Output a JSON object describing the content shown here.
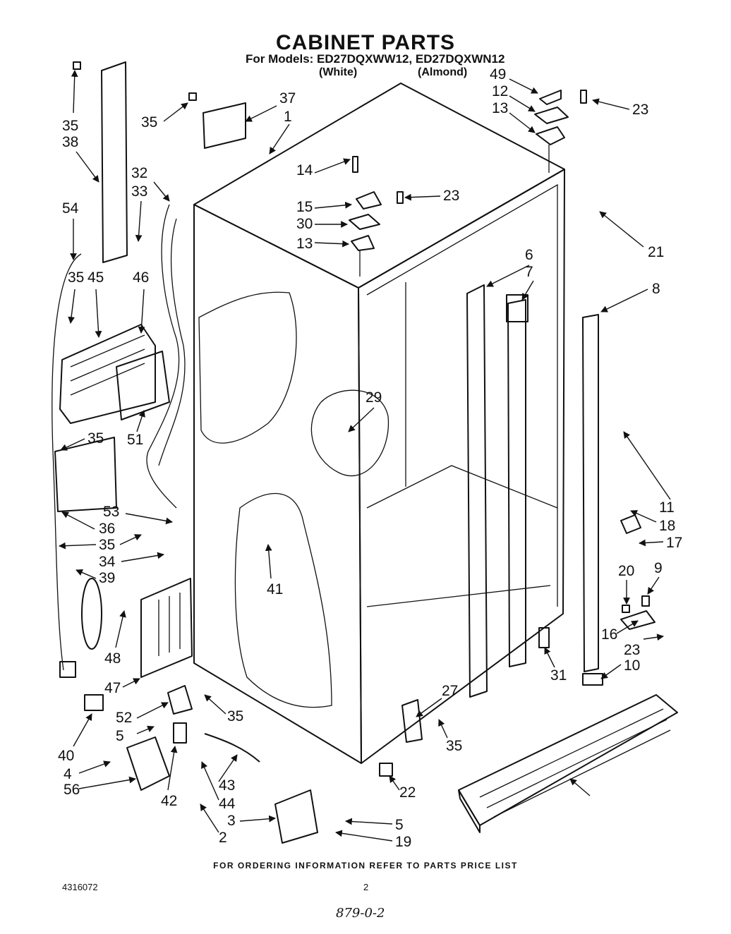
{
  "header": {
    "title": "CABINET PARTS",
    "models_line": "For Models: ED27DQXWW12, ED27DQXWN12",
    "variant_white": "(White)",
    "variant_almond": "(Almond)"
  },
  "callouts": [
    "35",
    "38",
    "54",
    "35",
    "32",
    "33",
    "37",
    "1",
    "49",
    "12",
    "13",
    "23",
    "14",
    "15",
    "23",
    "30",
    "13",
    "21",
    "6",
    "7",
    "8",
    "35",
    "45",
    "46",
    "51",
    "29",
    "35",
    "11",
    "18",
    "17",
    "53",
    "36",
    "35",
    "34",
    "39",
    "41",
    "20",
    "9",
    "16",
    "23",
    "48",
    "47",
    "10",
    "31",
    "40",
    "52",
    "35",
    "27",
    "35",
    "5",
    "4",
    "56",
    "42",
    "43",
    "44",
    "2",
    "3",
    "5",
    "19",
    "22"
  ],
  "footer": {
    "ordering_note": "FOR ORDERING INFORMATION REFER TO PARTS PRICE LIST",
    "document_number": "4316072",
    "page_number": "2",
    "handwritten_note": "879-0-2"
  }
}
